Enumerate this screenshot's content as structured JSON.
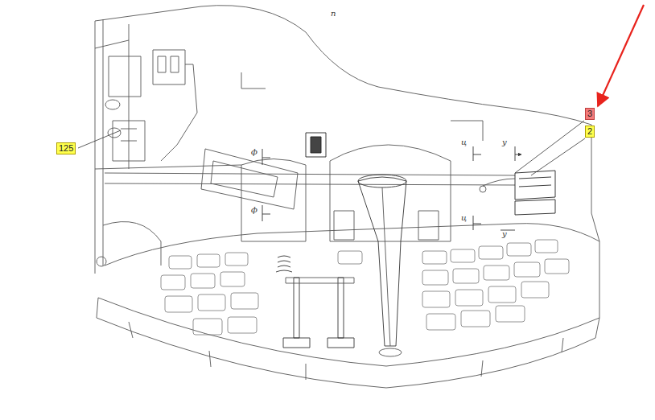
{
  "diagram": {
    "labels": [
      "п",
      "3",
      "2",
      "ц",
      "у",
      "125",
      "ф",
      "ф",
      "ц",
      "у"
    ]
  }
}
